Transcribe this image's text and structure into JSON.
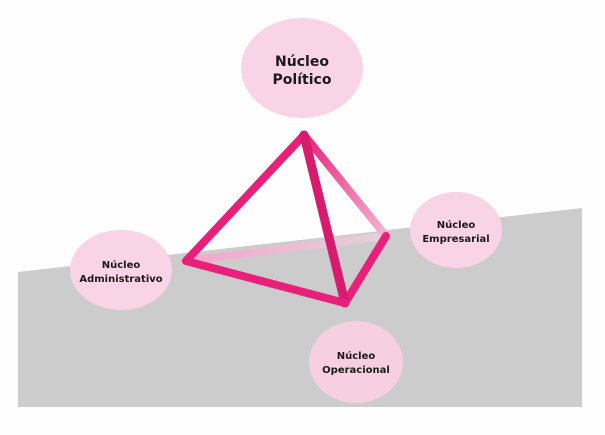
{
  "nodes": {
    "politico": {
      "line1": "Núcleo",
      "line2": "Político"
    },
    "empresarial": {
      "line1": "Núcleo",
      "line2": "Empresarial"
    },
    "administrativo": {
      "line1": "Núcleo",
      "line2": "Administrativo"
    },
    "operacional": {
      "line1": "Núcleo",
      "line2": "Operacional"
    }
  },
  "colors": {
    "plane": "#cccccc",
    "node_fill": "#f9d3e6",
    "edge": "#e8207a",
    "edge_back": "#f2a7c9",
    "text": "#1a1a1a"
  }
}
